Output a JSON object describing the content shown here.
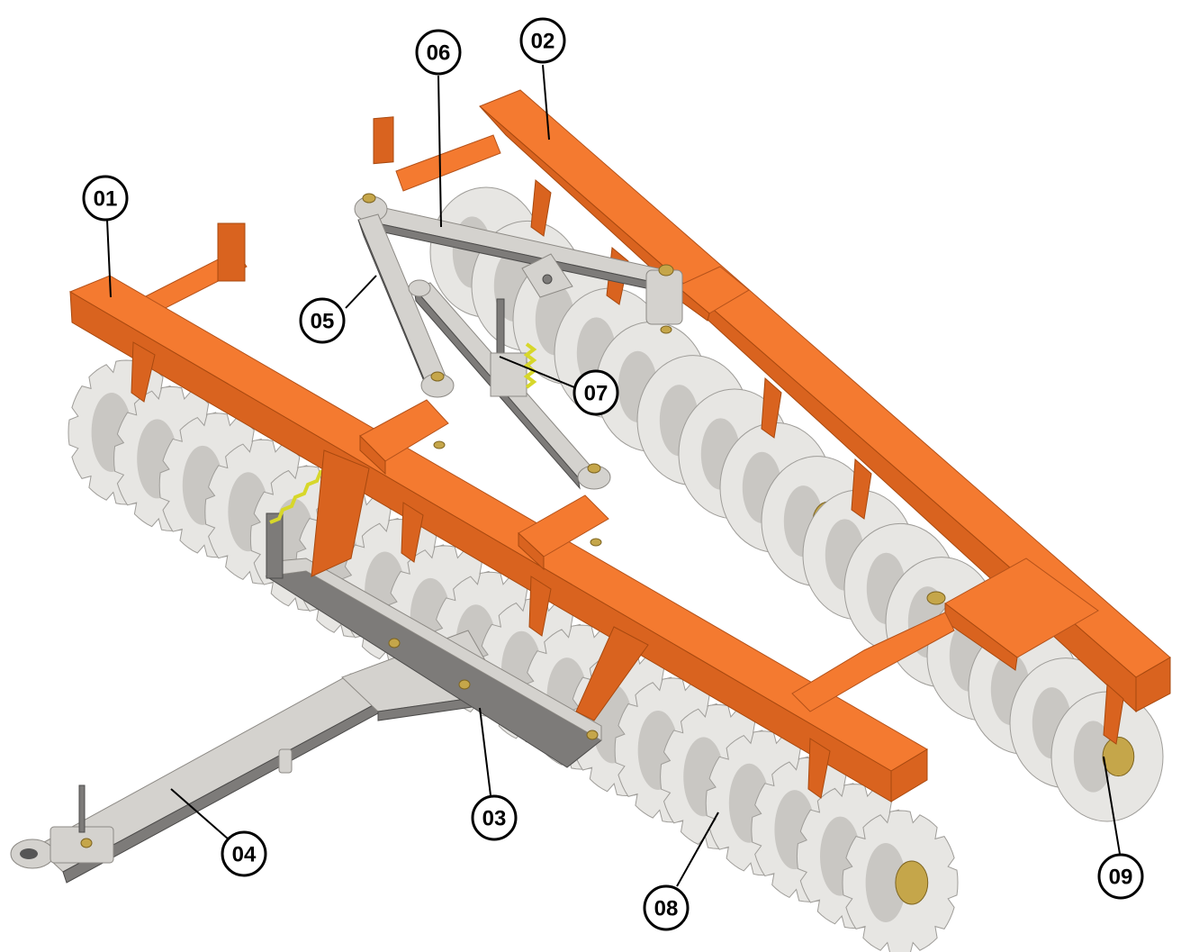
{
  "callouts": [
    {
      "id": "01",
      "label": "01"
    },
    {
      "id": "02",
      "label": "02"
    },
    {
      "id": "03",
      "label": "03"
    },
    {
      "id": "04",
      "label": "04"
    },
    {
      "id": "05",
      "label": "05"
    },
    {
      "id": "06",
      "label": "06"
    },
    {
      "id": "07",
      "label": "07"
    },
    {
      "id": "08",
      "label": "08"
    },
    {
      "id": "09",
      "label": "09"
    }
  ],
  "colors": {
    "frame": "#f47a30",
    "steel": "#d4d2ce",
    "disc": "#e7e6e3",
    "hub": "#c5a64a",
    "spring": "#d7d72a",
    "callout_stroke": "#000000"
  }
}
